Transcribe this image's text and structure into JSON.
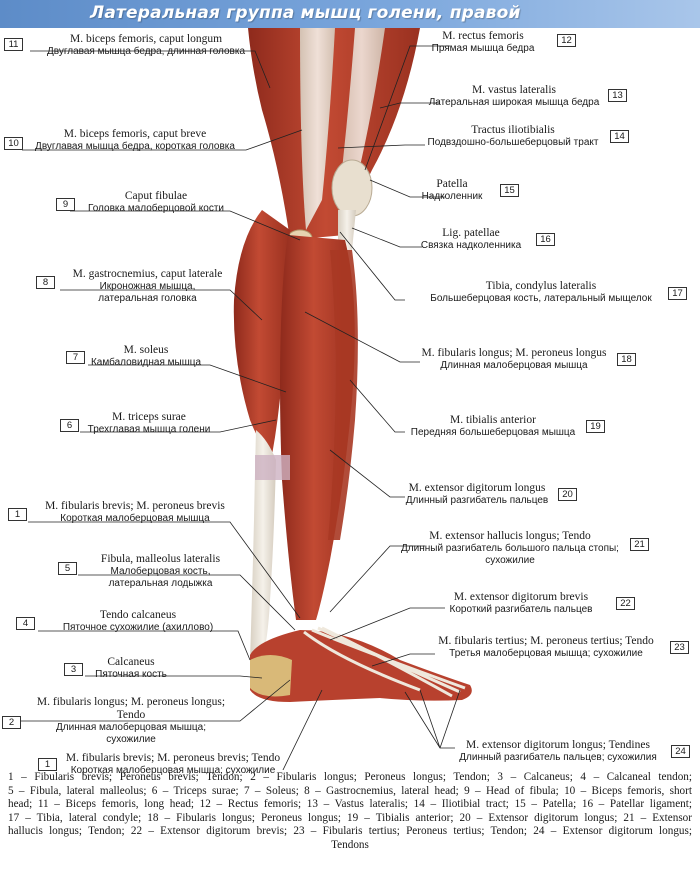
{
  "title": "Латеральная группа мышц голени, правой",
  "colors": {
    "title_bar": "#6b98d2",
    "muscle": "#b8412e",
    "muscle_dark": "#8e2a1c",
    "tendon": "#e9e2d6",
    "bone": "#d9b978",
    "skin_blur": "#c9a9b8"
  },
  "labels": [
    {
      "num": "11",
      "lat": "M. biceps femoris, caput longum",
      "rus": "Двуглавая мышца бедра, длинная головка"
    },
    {
      "num": "10",
      "lat": "M. biceps femoris, caput breve",
      "rus": "Двуглавая мышца бедра, короткая головка"
    },
    {
      "num": "9",
      "lat": "Caput fibulae",
      "rus": "Головка малоберцовой кости"
    },
    {
      "num": "8",
      "lat": "M. gastrocnemius, caput laterale",
      "rus": "Икроножная мышца,",
      "rus2": "латеральная головка"
    },
    {
      "num": "7",
      "lat": "M. soleus",
      "rus": "Камбаловидная мышца"
    },
    {
      "num": "6",
      "lat": "M. triceps surae",
      "rus": "Трехглавая мышца голени"
    },
    {
      "num": "1",
      "lat": "M. fibularis brevis; M. peroneus brevis",
      "rus": "Короткая малоберцовая мышца"
    },
    {
      "num": "5",
      "lat": "Fibula, malleolus lateralis",
      "rus": "Малоберцовая кость,",
      "rus2": "латеральная лодыжка"
    },
    {
      "num": "4",
      "lat": "Tendo calcaneus",
      "rus": "Пяточное сухожилие (ахиллово)"
    },
    {
      "num": "3",
      "lat": "Calcaneus",
      "rus": "Пяточная кость"
    },
    {
      "num": "2",
      "lat": "M. fibularis longus; M. peroneus longus;",
      "lat2": "Tendo",
      "rus": "Длинная малоберцовая мышца;",
      "rus2": "сухожилие"
    },
    {
      "num": "1",
      "lat": "M. fibularis brevis; M. peroneus brevis; Tendo",
      "rus": "Короткая малоберцовая мышца; сухожилие"
    },
    {
      "num": "12",
      "lat": "M. rectus femoris",
      "rus": "Прямая мышца бедра"
    },
    {
      "num": "13",
      "lat": "M. vastus lateralis",
      "rus": "Латеральная широкая мышца бедра"
    },
    {
      "num": "14",
      "lat": "Tractus iliotibialis",
      "rus": "Подвздошно-большеберцовый тракт"
    },
    {
      "num": "15",
      "lat": "Patella",
      "rus": "Надколенник"
    },
    {
      "num": "16",
      "lat": "Lig. patellae",
      "rus": "Связка надколенника"
    },
    {
      "num": "17",
      "lat": "Tibia, condylus lateralis",
      "rus": "Большеберцовая кость, латеральный мыщелок"
    },
    {
      "num": "18",
      "lat": "M. fibularis longus; M. peroneus longus",
      "rus": "Длинная малоберцовая мышца"
    },
    {
      "num": "19",
      "lat": "M. tibialis anterior",
      "rus": "Передняя большеберцовая мышца"
    },
    {
      "num": "20",
      "lat": "M. extensor digitorum longus",
      "rus": "Длинный разгибатель пальцев"
    },
    {
      "num": "21",
      "lat": "M. extensor hallucis longus; Tendo",
      "rus": "Длинный разгибатель большого пальца стопы;",
      "rus2": "сухожилие"
    },
    {
      "num": "22",
      "lat": "M. extensor digitorum brevis",
      "rus": "Короткий разгибатель пальцев"
    },
    {
      "num": "23",
      "lat": "M. fibularis tertius; M. peroneus tertius; Tendo",
      "rus": "Третья малоберцовая мышца; сухожилие"
    },
    {
      "num": "24",
      "lat": "M. extensor digitorum longus; Tendines",
      "rus": "Длинный разгибатель пальцев; сухожилия"
    }
  ],
  "caption_lines": [
    "1 – Fibularis brevis; Peroneus brevis; Tendon; 2 – Fibularis longus; Peroneus longus; Tendon; 3 – Calcaneus; 4 – Calcaneal tendon;",
    "5 – Fibula, lateral malleolus; 6 – Triceps surae; 7 – Soleus; 8 – Gastrocnemius, lateral head; 9 – Head of fibula; 10 – Biceps femoris, short",
    "head; 11 – Biceps femoris, long head; 12 – Rectus femoris; 13 – Vastus lateralis; 14 – Iliotibial tract; 15 – Patella; 16 – Patellar ligament;",
    "17 – Tibia, lateral condyle; 18 – Fibularis longus; Peroneus longus; 19 – Tibialis anterior; 20 – Extensor digitorum longus; 21 – Extensor",
    "hallucis longus; Tendon; 22 – Extensor digitorum brevis; 23 – Fibularis tertius; Peroneus tertius; Tendon; 24 – Extensor digitorum longus;",
    "Tendons"
  ]
}
